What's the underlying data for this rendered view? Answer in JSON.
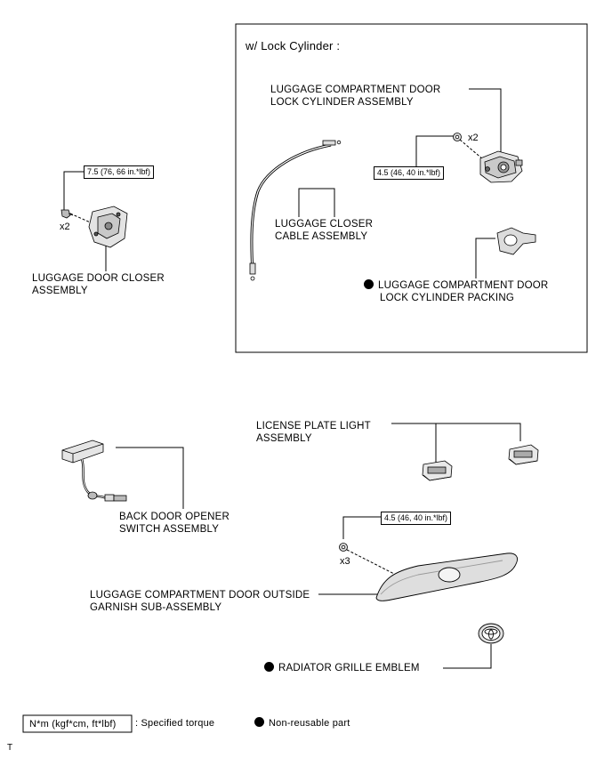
{
  "inset": {
    "title": "w/ Lock Cylinder :"
  },
  "parts": {
    "lock_cylinder": [
      "LUGGAGE COMPARTMENT DOOR",
      "LOCK CYLINDER ASSEMBLY"
    ],
    "lock_cylinder_qty": "x2",
    "lock_cylinder_torque": "4.5 (46, 40 in.*lbf)",
    "closer_cable": [
      "LUGGAGE CLOSER",
      "CABLE ASSEMBLY"
    ],
    "packing": [
      "LUGGAGE COMPARTMENT DOOR",
      "LOCK CYLINDER PACKING"
    ],
    "door_closer": [
      "LUGGAGE DOOR CLOSER",
      "ASSEMBLY"
    ],
    "door_closer_qty": "x2",
    "door_closer_torque": "7.5 (76, 66 in.*lbf)",
    "license_light": [
      "LICENSE PLATE LIGHT",
      "ASSEMBLY"
    ],
    "opener_switch": [
      "BACK DOOR OPENER",
      "SWITCH ASSEMBLY"
    ],
    "garnish_torque": "4.5 (46, 40 in.*lbf)",
    "garnish_qty": "x3",
    "garnish": [
      "LUGGAGE COMPARTMENT DOOR OUTSIDE",
      "GARNISH SUB-ASSEMBLY"
    ],
    "emblem": "RADIATOR GRILLE EMBLEM"
  },
  "legend": {
    "torque_box": "N*m (kgf*cm, ft*lbf)",
    "torque_desc": ": Specified torque",
    "nonreusable": "Non-reusable part"
  },
  "corner_mark": "T"
}
